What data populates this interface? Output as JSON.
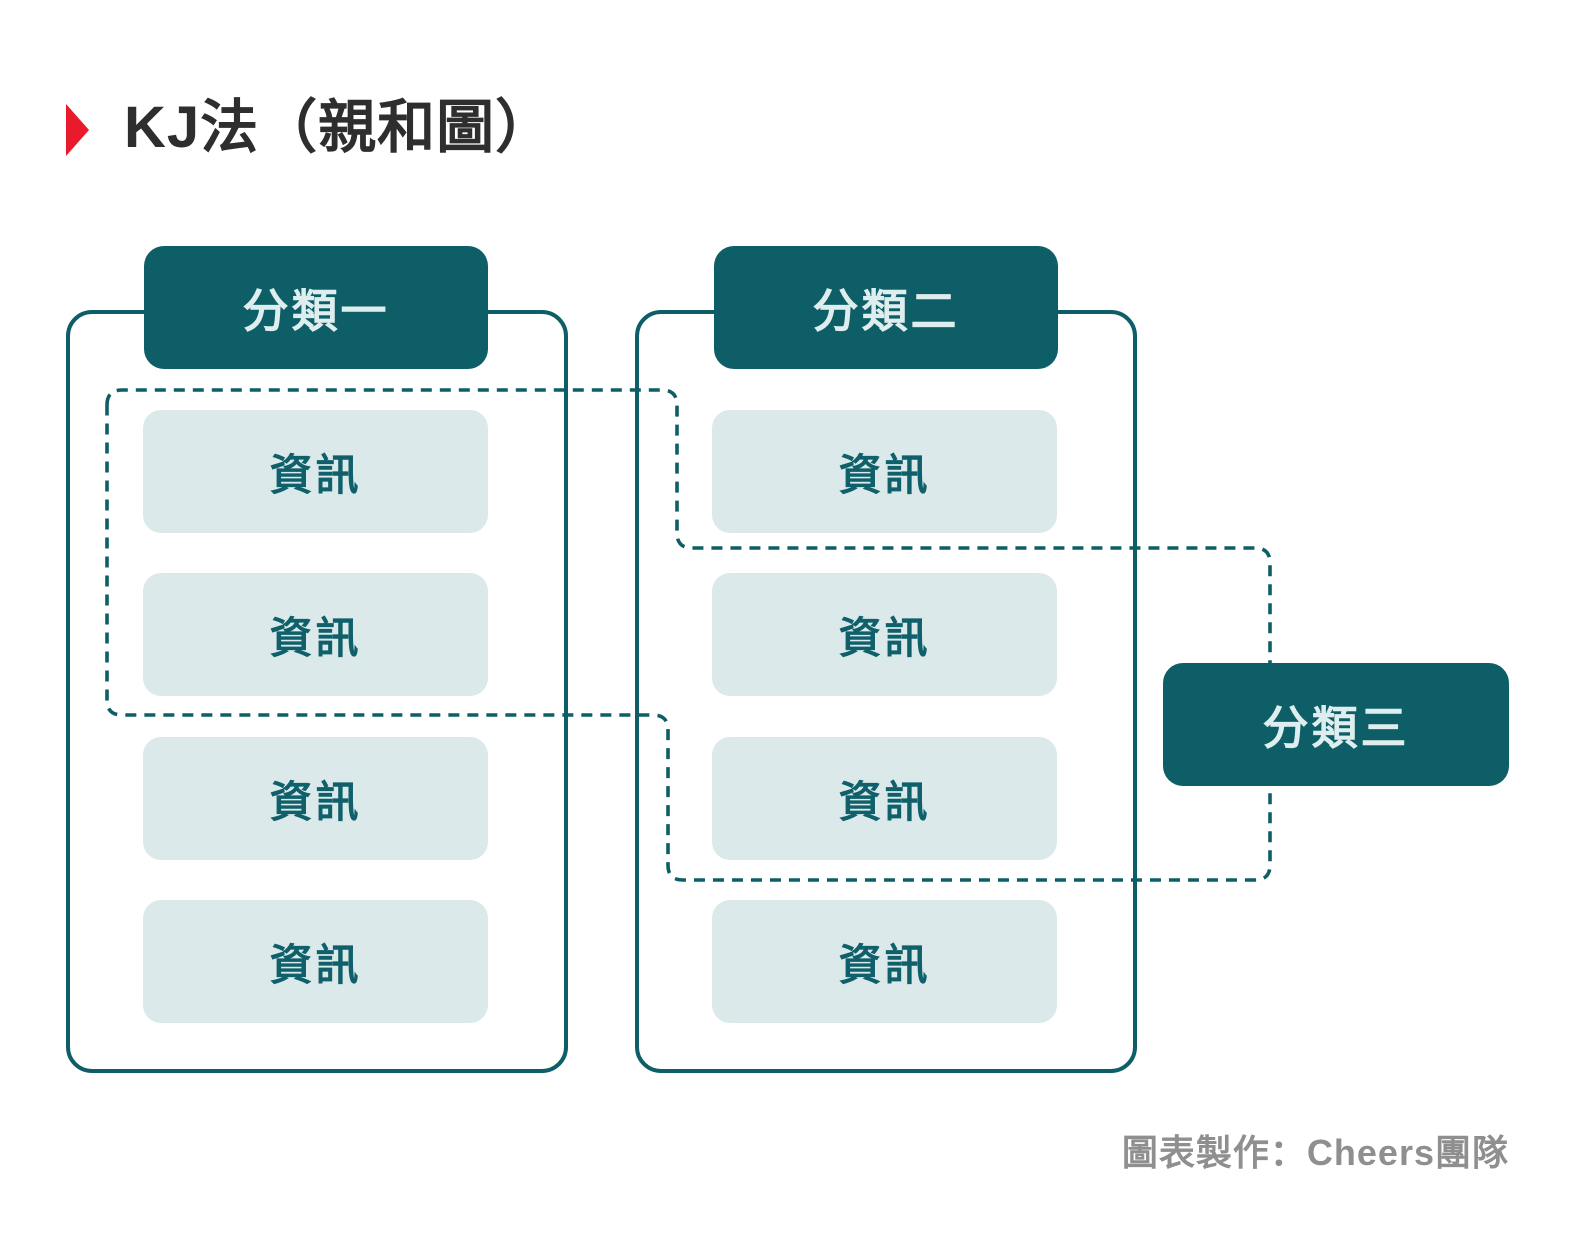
{
  "page": {
    "title": "KJ法（親和圖）",
    "credit": "圖表製作：Cheers團隊"
  },
  "colors": {
    "teal_dark": "#0d5e66",
    "card_fill": "#dce9ea",
    "card_text": "#0f606a",
    "header_text": "#deeded",
    "title_text": "#2e2e2e",
    "accent_red": "#e81a2c",
    "credit_gray": "#8f8f8f"
  },
  "groups": [
    {
      "label": "分類一",
      "items": [
        "資訊",
        "資訊",
        "資訊",
        "資訊"
      ]
    },
    {
      "label": "分類二",
      "items": [
        "資訊",
        "資訊",
        "資訊",
        "資訊"
      ]
    },
    {
      "label": "分類三",
      "items": []
    }
  ]
}
